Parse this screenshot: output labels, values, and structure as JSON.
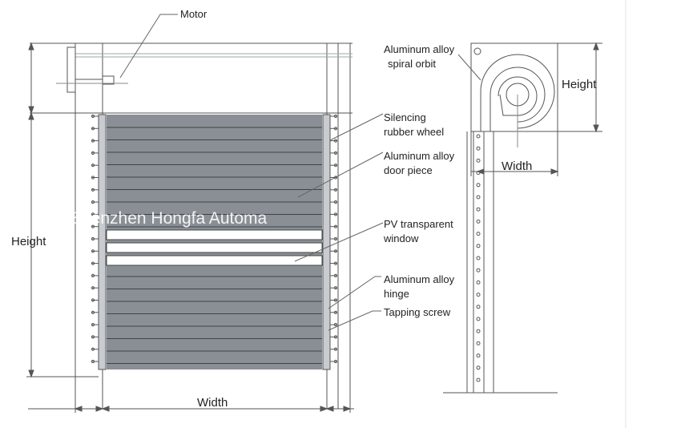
{
  "labels": {
    "motor": "Motor",
    "spiral_orbit_1": "Aluminum alloy",
    "spiral_orbit_2": "spiral orbit",
    "rubber_wheel_1": "Silencing",
    "rubber_wheel_2": "rubber wheel",
    "door_piece_1": "Aluminum alloy",
    "door_piece_2": "door piece",
    "window_1": "PV transparent",
    "window_2": "window",
    "hinge_1": "Aluminum alloy",
    "hinge_2": "hinge",
    "screw": "Tapping screw",
    "front_height": "Height",
    "front_width": "Width",
    "side_height": "Height",
    "side_width": "Width"
  },
  "watermark": "Shenzhen Hongfa Automa",
  "colors": {
    "slat": "#8a8f96",
    "line": "#555555",
    "window": "#ffffff"
  }
}
